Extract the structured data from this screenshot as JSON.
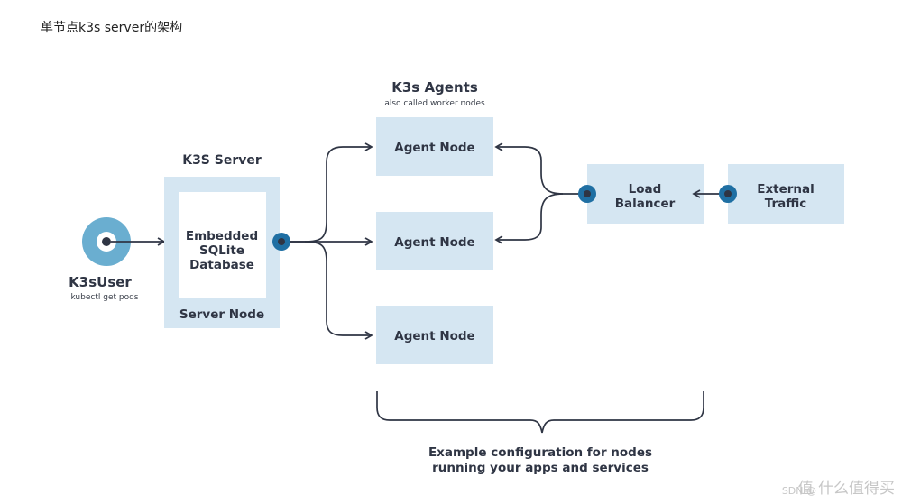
{
  "page_title": "单节点k3s server的架构",
  "user": {
    "name": "K3sUser",
    "command": "kubectl get pods"
  },
  "server": {
    "heading": "K3S Server",
    "db_line1": "Embedded",
    "db_line2": "SQLite",
    "db_line3": "Database",
    "node_label": "Server Node"
  },
  "agents": {
    "heading": "K3s Agents",
    "subheading": "also called worker nodes",
    "nodes": [
      "Agent Node",
      "Agent Node",
      "Agent Node"
    ]
  },
  "load_balancer": {
    "line1": "Load",
    "line2": "Balancer"
  },
  "external": {
    "line1": "External",
    "line2": "Traffic"
  },
  "caption": {
    "line1": "Example configuration for nodes",
    "line2": "running your apps and services"
  },
  "watermark": {
    "text": "值 什么值得买",
    "small": "SDN @"
  },
  "colors": {
    "box": "#d5e6f2",
    "accent": "#1f6fa3",
    "user_ring": "#6aaed0",
    "ink": "#2f3544"
  }
}
